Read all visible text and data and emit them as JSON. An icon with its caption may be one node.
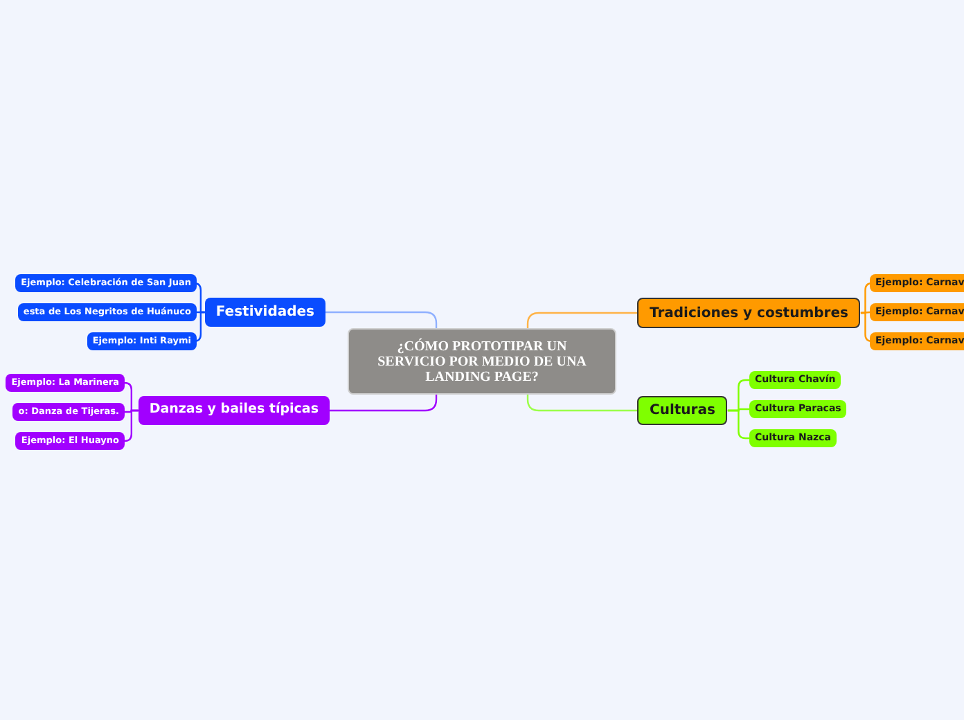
{
  "diagram": {
    "nodes": [
      {
        "text": [
          "¿CÓMO PROTOTIPAR UN SERVICIO POR MEDIO DE UNA LANDING PAGE?"
        ]
      },
      {
        "text": [
          "Festividades"
        ]
      },
      {
        "text": [
          "Ejemplo: Celebración de San Juan"
        ]
      },
      {
        "text": [
          "esta de Los Negritos de Huánuco"
        ]
      },
      {
        "text": [
          "Ejemplo: Inti Raymi"
        ]
      },
      {
        "text": [
          "Danzas y bailes típicas"
        ]
      },
      {
        "text": [
          "Ejemplo: La Marinera"
        ]
      },
      {
        "text": [
          "o: Danza de Tijeras."
        ]
      },
      {
        "text": [
          "Ejemplo: El Huayno"
        ]
      },
      {
        "text": [
          "Tradiciones y costumbres"
        ]
      },
      {
        "text": [
          "Ejemplo: Carnav"
        ]
      },
      {
        "text": [
          "Ejemplo: Carnav"
        ]
      },
      {
        "text": [
          "Ejemplo: Carnav"
        ]
      },
      {
        "text": [
          "Culturas"
        ]
      },
      {
        "text": [
          "Cultura Chavín"
        ]
      },
      {
        "text": [
          "Cultura Paracas"
        ]
      },
      {
        "text": [
          "Cultura Nazca"
        ]
      }
    ],
    "edges": [
      {
        "from": 0,
        "to": 1,
        "arrow": "none",
        "color": "#8fb0ff"
      },
      {
        "from": 1,
        "to": 2,
        "arrow": "none",
        "color": "#0a4cff"
      },
      {
        "from": 1,
        "to": 3,
        "arrow": "none",
        "color": "#0a4cff"
      },
      {
        "from": 1,
        "to": 4,
        "arrow": "none",
        "color": "#0a4cff"
      },
      {
        "from": 0,
        "to": 5,
        "arrow": "none",
        "color": "#a100ff"
      },
      {
        "from": 5,
        "to": 6,
        "arrow": "none",
        "color": "#a100ff"
      },
      {
        "from": 5,
        "to": 7,
        "arrow": "none",
        "color": "#a100ff"
      },
      {
        "from": 5,
        "to": 8,
        "arrow": "none",
        "color": "#a100ff"
      },
      {
        "from": 0,
        "to": 9,
        "arrow": "none",
        "color": "#ffb347"
      },
      {
        "from": 9,
        "to": 10,
        "arrow": "none",
        "color": "#ff9a00"
      },
      {
        "from": 9,
        "to": 11,
        "arrow": "none",
        "color": "#ff9a00"
      },
      {
        "from": 9,
        "to": 12,
        "arrow": "none",
        "color": "#ff9a00"
      },
      {
        "from": 0,
        "to": 13,
        "arrow": "none",
        "color": "#9cff4a"
      },
      {
        "from": 13,
        "to": 14,
        "arrow": "none",
        "color": "#7fff00"
      },
      {
        "from": 13,
        "to": 15,
        "arrow": "none",
        "color": "#7fff00"
      },
      {
        "from": 13,
        "to": 16,
        "arrow": "none",
        "color": "#7fff00"
      }
    ]
  }
}
